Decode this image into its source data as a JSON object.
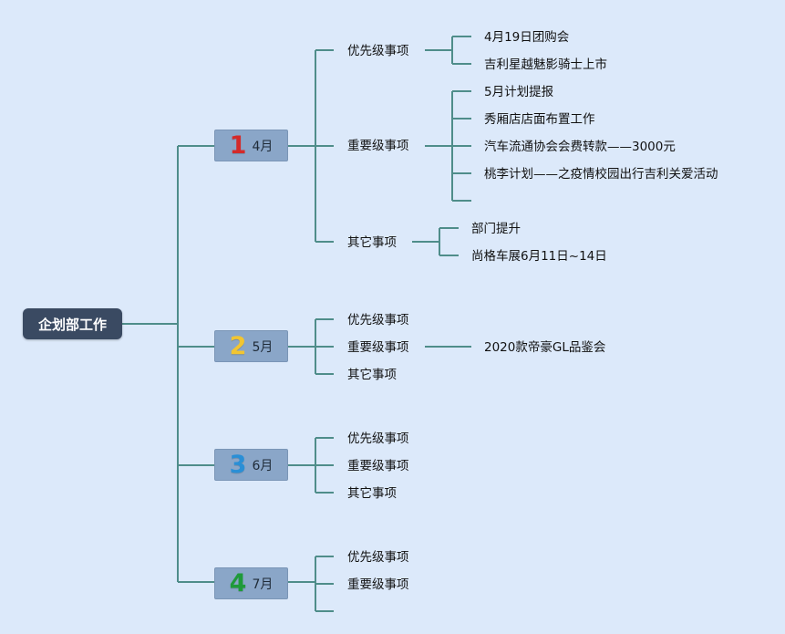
{
  "colors": {
    "background": "#dce9fa",
    "connector": "#4f8d8a",
    "root_fill": "#3a4a62",
    "month_fill": "#8aa6c8"
  },
  "root": {
    "label": "企划部工作"
  },
  "months": [
    {
      "num": "1",
      "num_color": "#d42a2a",
      "label": "4月",
      "categories": [
        {
          "label": "优先级事项",
          "items": [
            "4月19日团购会",
            "吉利星越魅影骑士上市"
          ]
        },
        {
          "label": "重要级事项",
          "items": [
            "5月计划提报",
            "秀厢店店面布置工作",
            "汽车流通协会会费转款——3000元",
            "桃李计划——之疫情校园出行吉利关爱活动",
            ""
          ]
        },
        {
          "label": "其它事项",
          "items": [
            "部门提升",
            "尚格车展6月11日~14日"
          ]
        }
      ]
    },
    {
      "num": "2",
      "num_color": "#f2c531",
      "label": "5月",
      "categories": [
        {
          "label": "优先级事项",
          "items": []
        },
        {
          "label": "重要级事项",
          "items": [
            "2020款帝豪GL品鉴会"
          ]
        },
        {
          "label": "其它事项",
          "items": []
        }
      ]
    },
    {
      "num": "3",
      "num_color": "#2a8fd6",
      "label": "6月",
      "categories": [
        {
          "label": "优先级事项",
          "items": []
        },
        {
          "label": "重要级事项",
          "items": []
        },
        {
          "label": "其它事项",
          "items": []
        }
      ]
    },
    {
      "num": "4",
      "num_color": "#1f9a3a",
      "label": "7月",
      "categories": [
        {
          "label": "优先级事项",
          "items": []
        },
        {
          "label": "重要级事项",
          "items": []
        },
        {
          "label": "",
          "items": []
        }
      ]
    }
  ]
}
